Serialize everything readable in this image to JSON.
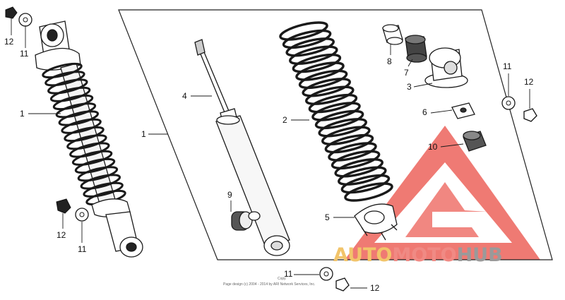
{
  "diagram": {
    "callouts": [
      {
        "id": "c12a",
        "text": "12"
      },
      {
        "id": "c11a",
        "text": "11"
      },
      {
        "id": "c1a",
        "text": "1"
      },
      {
        "id": "c12b",
        "text": "12"
      },
      {
        "id": "c11b",
        "text": "11"
      },
      {
        "id": "c1b",
        "text": "1"
      },
      {
        "id": "c4",
        "text": "4"
      },
      {
        "id": "c9",
        "text": "9"
      },
      {
        "id": "c2",
        "text": "2"
      },
      {
        "id": "c5",
        "text": "5"
      },
      {
        "id": "c8",
        "text": "8"
      },
      {
        "id": "c7",
        "text": "7"
      },
      {
        "id": "c3",
        "text": "3"
      },
      {
        "id": "c6",
        "text": "6"
      },
      {
        "id": "c10",
        "text": "10"
      },
      {
        "id": "c11c",
        "text": "11"
      },
      {
        "id": "c12c",
        "text": "12"
      },
      {
        "id": "c11d",
        "text": "11"
      },
      {
        "id": "c12d",
        "text": "12"
      }
    ],
    "footer": {
      "line1": "Copy",
      "line2": "Page design (c) 2004 - 2014 by ARI Network Services, Inc."
    }
  },
  "watermark": {
    "part1": "AUTO",
    "part2": "MOTO",
    "part3": "HUB",
    "colors": {
      "auto": "#f2c46a",
      "moto": "#f08a84",
      "hub": "#9a9a9a",
      "logo": "#ec5d55"
    }
  }
}
